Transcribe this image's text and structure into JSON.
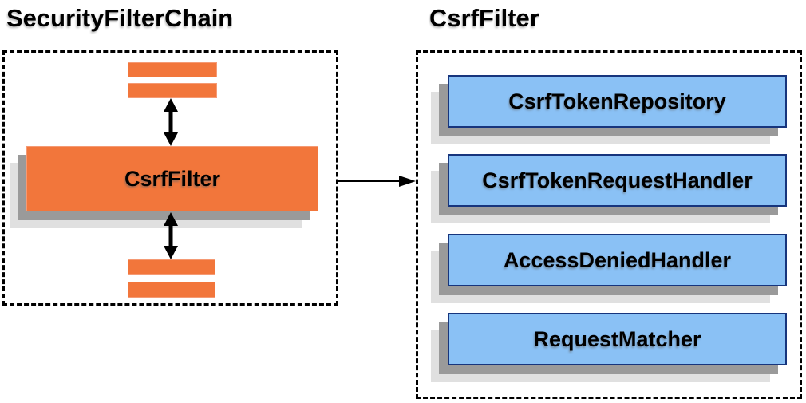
{
  "left_panel": {
    "title": "SecurityFilterChain",
    "csrf_filter_label": "CsrfFilter"
  },
  "right_panel": {
    "title": "CsrfFilter",
    "components": [
      "CsrfTokenRepository",
      "CsrfTokenRequestHandler",
      "AccessDeniedHandler",
      "RequestMatcher"
    ]
  },
  "colors": {
    "filter_orange": "#F2763B",
    "orange_border": "#F59A74",
    "component_blue": "#8AC1F5",
    "component_border_navy": "#17357D",
    "shadow_dark_gray": "#9a9a9a",
    "shadow_light_gray": "#e0e0e0",
    "line_black": "#000000"
  }
}
